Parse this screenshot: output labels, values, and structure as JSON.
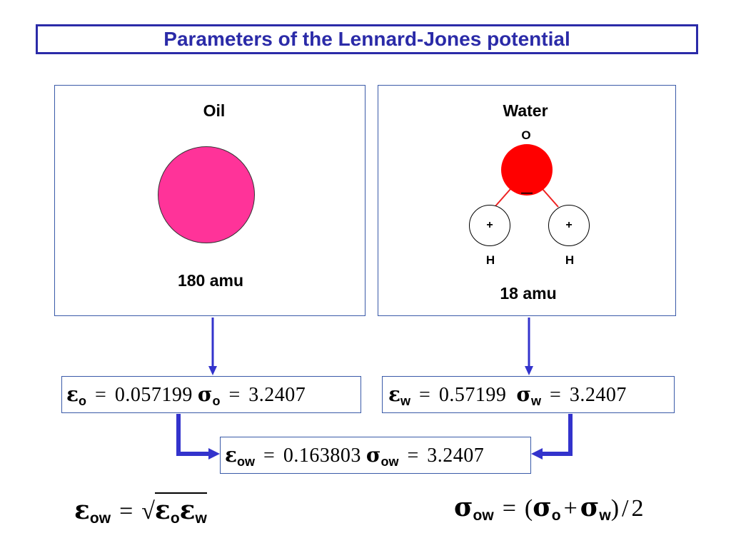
{
  "title": "Parameters of the Lennard-Jones potential",
  "oil": {
    "heading": "Oil",
    "mass": "180 amu",
    "color": "#ff3399"
  },
  "water": {
    "heading": "Water",
    "oxygen_label": "O",
    "oxygen_charge": "—",
    "h_charge": "+",
    "h_label": "H",
    "mass": "18 amu",
    "oxygen_color": "#ff0000"
  },
  "equations": {
    "oil": {
      "eps_sym": "ε",
      "eps_sub": "o",
      "eps_val": "0.057199",
      "sig_sym": "σ",
      "sig_sub": "o",
      "sig_val": "3.2407",
      "eq": "="
    },
    "water": {
      "eps_sym": "ε",
      "eps_sub": "w",
      "eps_val": "0.57199",
      "sig_sym": "σ",
      "sig_sub": "w",
      "sig_val": "3.2407",
      "eq": "="
    },
    "mixed": {
      "eps_sym": "ε",
      "eps_sub": "ow",
      "eps_val": "0.163803",
      "sig_sym": "σ",
      "sig_sub": "ow",
      "sig_val": "3.2407",
      "eq": "="
    }
  },
  "rules": {
    "eps": {
      "lhs_sym": "ε",
      "lhs_sub": "ow",
      "eq": "=",
      "root": "√",
      "a_sym": "ε",
      "a_sub": "o",
      "b_sym": "ε",
      "b_sub": "w"
    },
    "sigma": {
      "lhs_sym": "σ",
      "lhs_sub": "ow",
      "eq": "=",
      "open": "(",
      "a_sym": "σ",
      "a_sub": "o",
      "plus": "+",
      "b_sym": "σ",
      "b_sub": "w",
      "close": ")",
      "div": "/",
      "two": "2"
    }
  },
  "colors": {
    "title": "#2b2ba8",
    "arrow": "#3333cc",
    "panel_border": "#3a5aa8",
    "bond": "#ee2222"
  }
}
